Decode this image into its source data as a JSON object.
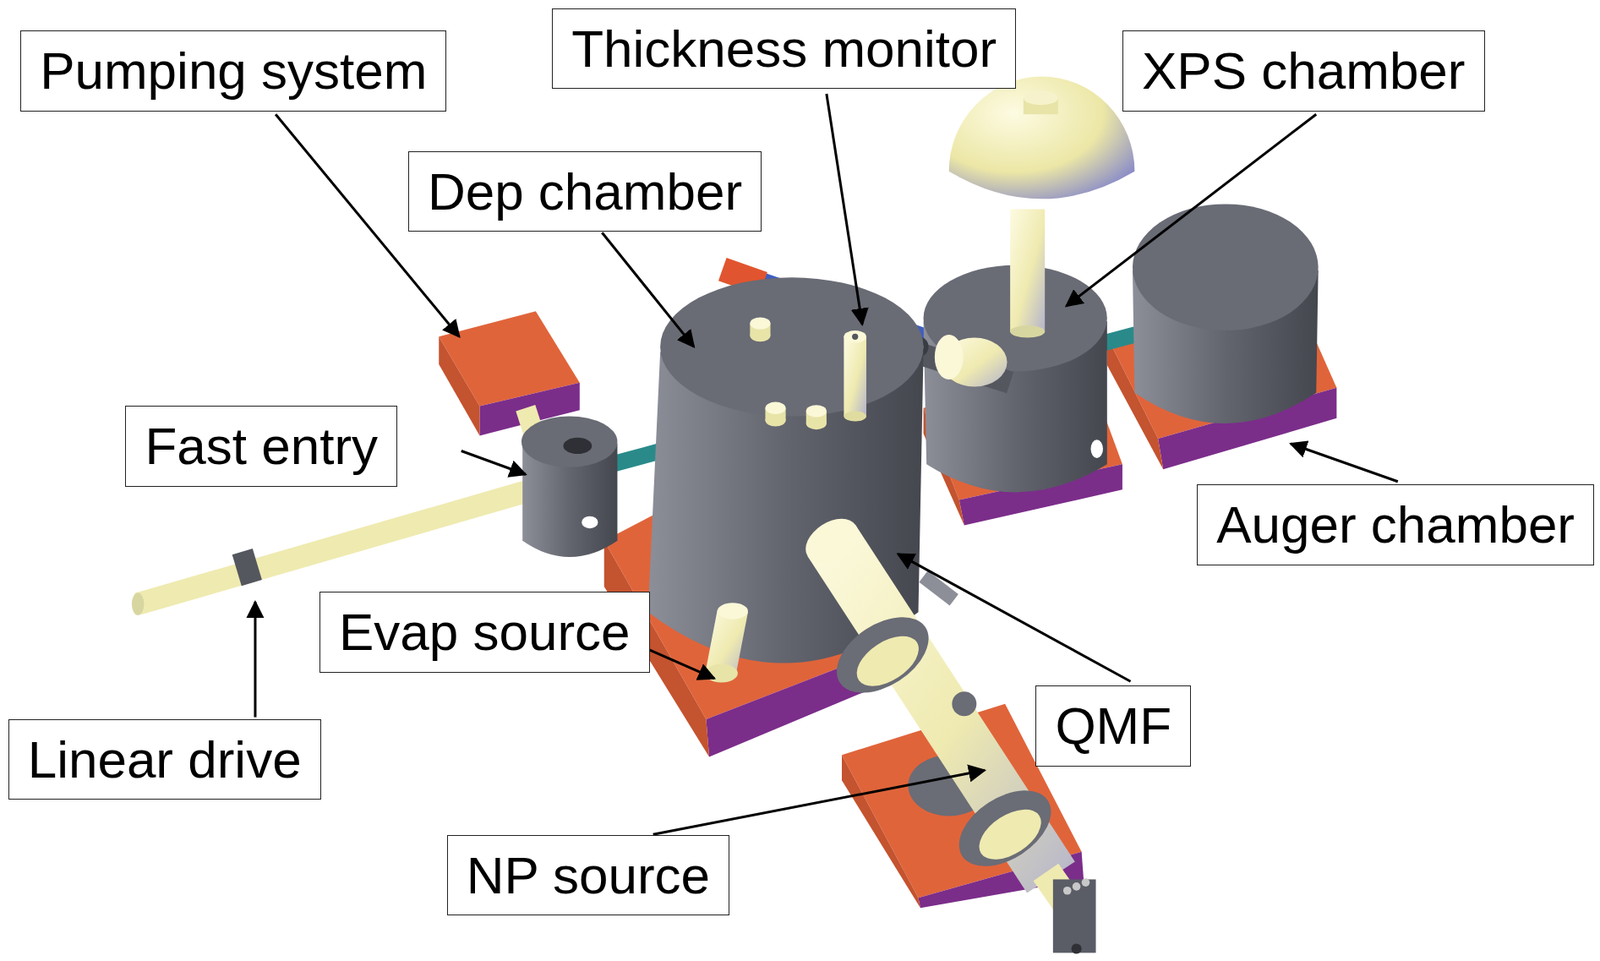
{
  "diagram": {
    "nodes": [
      {
        "text": [
          "Pumping system"
        ]
      },
      {
        "text": [
          "Thickness monitor"
        ]
      },
      {
        "text": [
          "XPS chamber"
        ]
      },
      {
        "text": [
          "Dep chamber"
        ]
      },
      {
        "text": [
          "Fast entry"
        ]
      },
      {
        "text": [
          "Auger chamber"
        ]
      },
      {
        "text": [
          "Evap source"
        ]
      },
      {
        "text": [
          "QMF"
        ]
      },
      {
        "text": [
          "Linear drive"
        ]
      },
      {
        "text": [
          "NP source"
        ]
      }
    ]
  }
}
